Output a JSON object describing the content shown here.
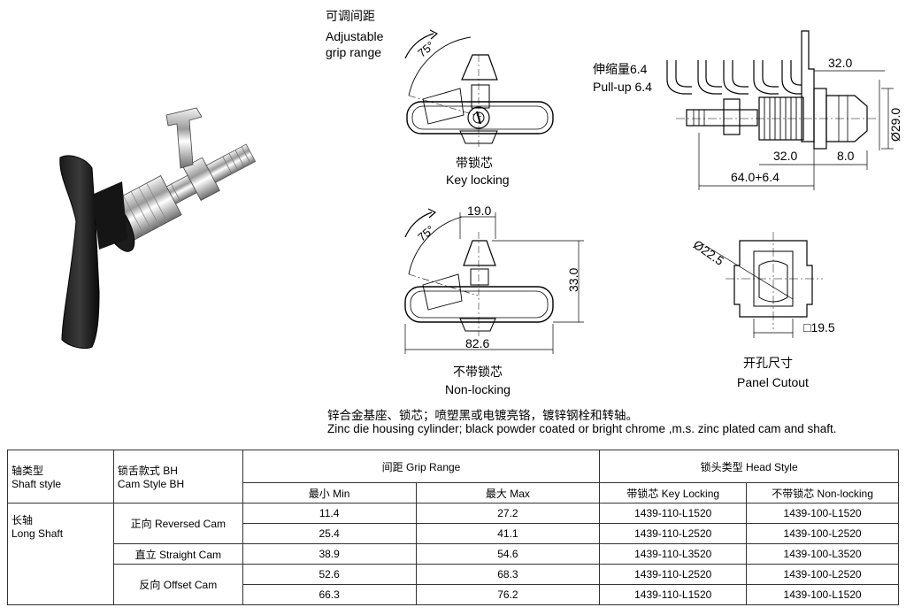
{
  "figure": {
    "adjustable_cn": "可调间距",
    "adjustable_en": "Adjustable",
    "grip_range_en": "grip range",
    "angle_key": "75°",
    "angle_non": "75°",
    "key_locking_cn": "带锁芯",
    "key_locking_en": "Key locking",
    "non_locking_cn": "不带锁芯",
    "non_locking_en": "Non-locking",
    "pullup_cn": "伸缩量6.4",
    "pullup_en": "Pull-up 6.4",
    "dim_32_top": "32.0",
    "dim_29": "Ø29.0",
    "dim_32_bottom": "32.0",
    "dim_8": "8.0",
    "dim_64": "64.0+6.4",
    "dim_19": "19.0",
    "dim_33": "33.0",
    "dim_82": "82.6",
    "dim_225": "Ø22.5",
    "dim_195": "□19.5",
    "panel_cutout_cn": "开孔尺寸",
    "panel_cutout_en": "Panel Cutout"
  },
  "spec": {
    "cn": "锌合金基座、锁芯；喷塑黑或电镀亮铬，镀锌钢栓和转轴。",
    "en": "Zinc die housing cylinder; black powder coated or bright chrome ,m.s. zinc plated cam and shaft."
  },
  "table": {
    "h_shaft_cn": "轴类型",
    "h_shaft_en": "Shaft style",
    "h_cam_cn": "锁舌款式 BH",
    "h_cam_en": "Cam Style BH",
    "h_grip": "间距 Grip Range",
    "h_head": "锁头类型 Head Style",
    "h_min": "最小 Min",
    "h_max": "最大 Max",
    "h_key": "带锁芯 Key Locking",
    "h_non": "不带锁芯 Non-locking",
    "shaft_cn": "长轴",
    "shaft_en": "Long Shaft",
    "cam_reversed": "正向 Reversed Cam",
    "cam_straight": "直立 Straight Cam",
    "cam_offset": "反向 Offset Cam",
    "rows": [
      {
        "min": "11.4",
        "max": "27.2",
        "key": "1439-110-L1520",
        "non": "1439-100-L1520"
      },
      {
        "min": "25.4",
        "max": "41.1",
        "key": "1439-110-L2520",
        "non": "1439-100-L2520"
      },
      {
        "min": "38.9",
        "max": "54.6",
        "key": "1439-110-L3520",
        "non": "1439-100-L3520"
      },
      {
        "min": "52.6",
        "max": "68.3",
        "key": "1439-110-L2520",
        "non": "1439-100-L2520"
      },
      {
        "min": "66.3",
        "max": "76.2",
        "key": "1439-110-L1520",
        "non": "1439-100-L1520"
      }
    ]
  }
}
